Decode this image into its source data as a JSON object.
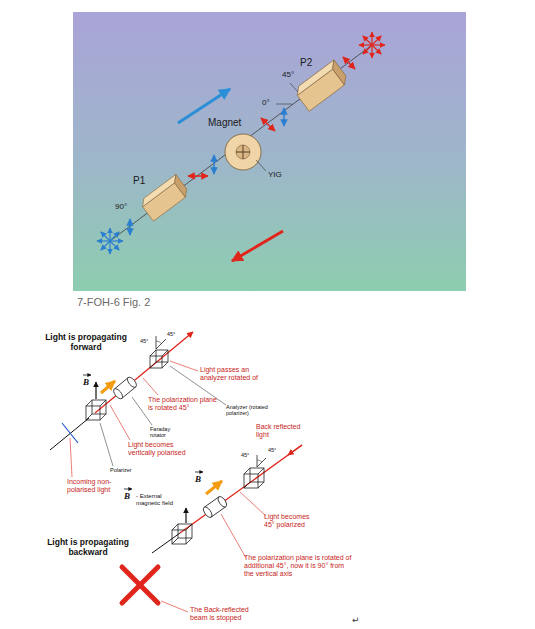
{
  "diagram": {
    "caption": "7-FOH-6 Fig. 2",
    "labels": [
      "P2",
      "45°",
      "0°",
      "Magnet",
      "YIG",
      "P1",
      "90°",
      "Light is propagating forward",
      "45°",
      "45°",
      "Light passes an analyzer rotated of",
      "B",
      "The polarization plane is rotated 45°",
      "Analyzer (rotated polarizer)",
      "Faraday rotator",
      "Light becomes vertically polarised",
      "Back reflected light",
      "Polarizer",
      "45°",
      "45°",
      "Incoming non-polarised light",
      "B",
      "B",
      "- External magnetic field",
      "Light becomes 45° polarized",
      "Light is propagating backward",
      "The polarization plane is rotated of additional 45°, now it is 90° from the vertical axis",
      "The Back-reflected beam is stopped",
      "↵"
    ]
  }
}
